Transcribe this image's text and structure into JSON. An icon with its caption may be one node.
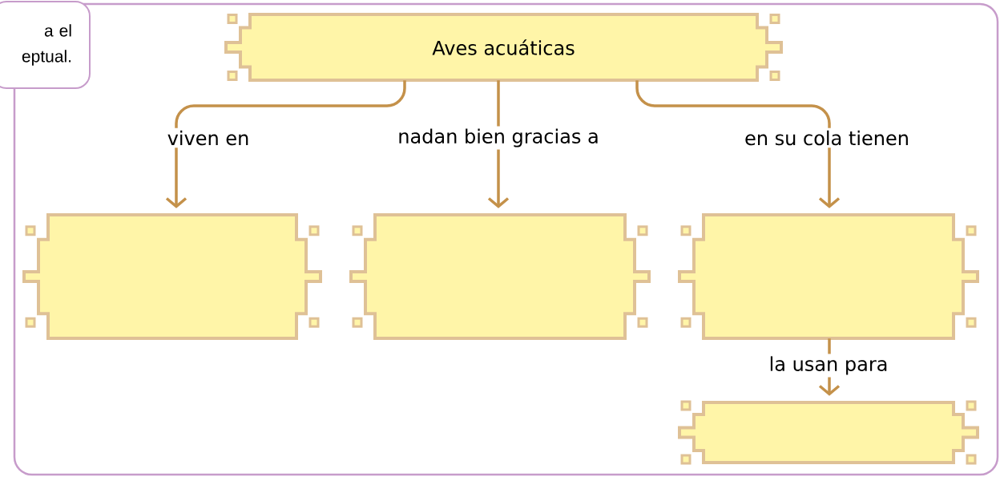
{
  "diagram": {
    "nodes": [
      {
        "text": [
          "a el eptual."
        ]
      },
      {
        "text": [
          "Aves acuáticas"
        ]
      },
      {
        "text": [],
        "shape": "box"
      },
      {
        "text": [],
        "shape": "box"
      },
      {
        "text": [],
        "shape": "box"
      },
      {
        "text": [],
        "shape": "box"
      }
    ],
    "edges": [
      {
        "from": 1,
        "to": 2,
        "arrow": "to",
        "label": "viven en"
      },
      {
        "from": 1,
        "to": 3,
        "arrow": "to",
        "label": "nadan bien gracias a"
      },
      {
        "from": 1,
        "to": 4,
        "arrow": "to",
        "label": "en su cola tienen"
      },
      {
        "from": 4,
        "to": 5,
        "arrow": "to",
        "label": "la usan para"
      }
    ]
  }
}
